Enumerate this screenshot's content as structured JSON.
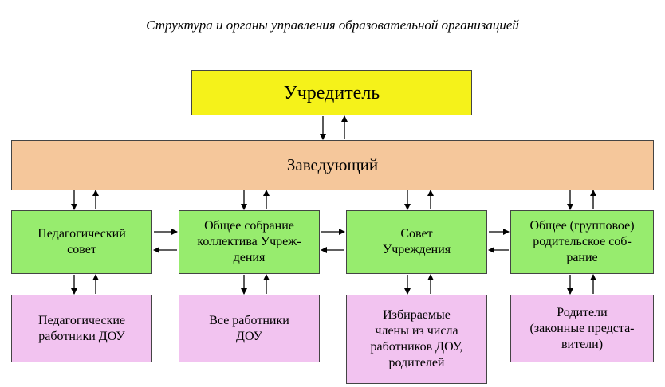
{
  "title": "Структура и органы управления образовательной организацией",
  "founder": "Учредитель",
  "head": "Заведующий",
  "bodies": [
    {
      "name": "pedagogical-council",
      "lines": [
        "Педагогический",
        "совет"
      ]
    },
    {
      "name": "general-meeting",
      "lines": [
        "Общее собрание",
        "коллектива Учреж-",
        "дения"
      ]
    },
    {
      "name": "institution-council",
      "lines": [
        "Совет",
        "Учреждения"
      ]
    },
    {
      "name": "parent-meeting",
      "lines": [
        "Общее (групповое)",
        "родительское соб-",
        "рание"
      ]
    }
  ],
  "members": [
    {
      "name": "teachers",
      "lines": [
        "Педагогические",
        "работники ДОУ"
      ]
    },
    {
      "name": "all-staff",
      "lines": [
        "Все работники",
        "ДОУ"
      ]
    },
    {
      "name": "elected-members",
      "lines": [
        "Избираемые",
        "члены из числа",
        "работников ДОУ,",
        "родителей"
      ]
    },
    {
      "name": "parents",
      "lines": [
        "Родители",
        "(законные предста-",
        "вители)"
      ]
    }
  ]
}
